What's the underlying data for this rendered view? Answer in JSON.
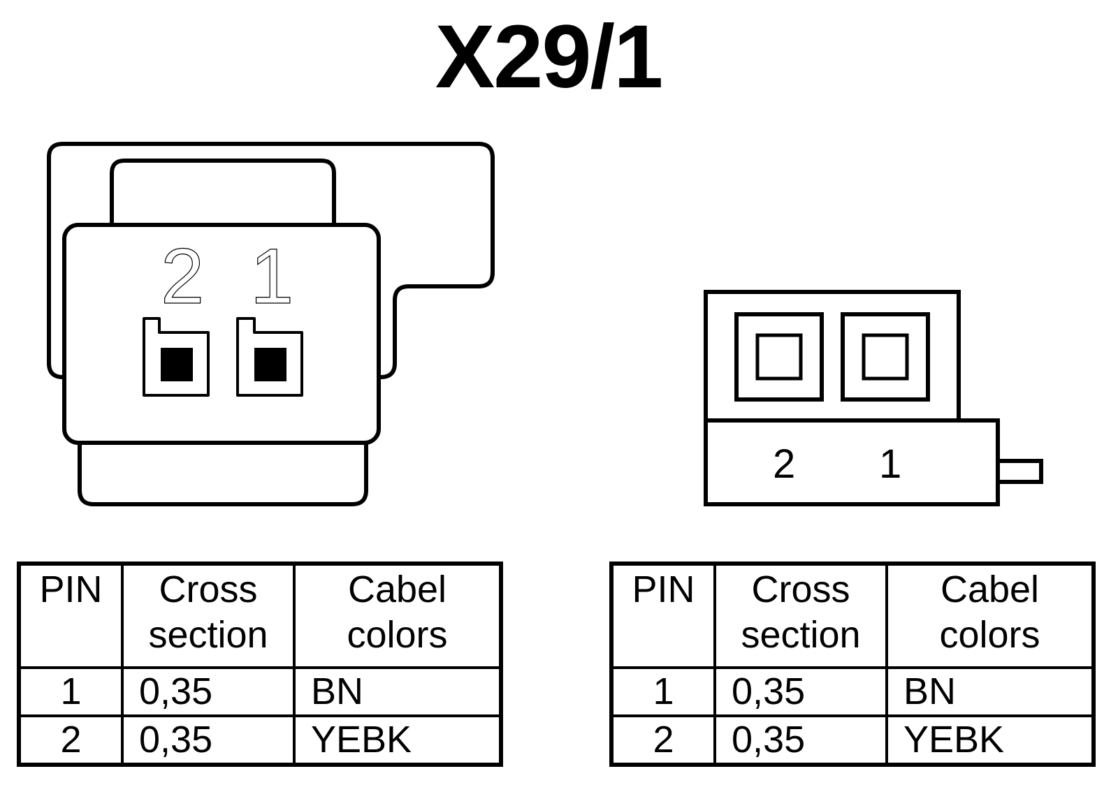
{
  "title": "X29/1",
  "connector_left": {
    "pin_labels": [
      "2",
      "1"
    ]
  },
  "connector_right": {
    "pin_labels": [
      "2",
      "1"
    ]
  },
  "tables": [
    {
      "headers": {
        "pin": "PIN",
        "cross": [
          "Cross",
          "section"
        ],
        "colors": [
          "Cabel",
          "colors"
        ]
      },
      "rows": [
        {
          "pin": "1",
          "cross": "0,35",
          "color": "BN"
        },
        {
          "pin": "2",
          "cross": "0,35",
          "color": "YEBK"
        }
      ]
    },
    {
      "headers": {
        "pin": "PIN",
        "cross": [
          "Cross",
          "section"
        ],
        "colors": [
          "Cabel",
          "colors"
        ]
      },
      "rows": [
        {
          "pin": "1",
          "cross": "0,35",
          "color": "BN"
        },
        {
          "pin": "2",
          "cross": "0,35",
          "color": "YEBK"
        }
      ]
    }
  ]
}
